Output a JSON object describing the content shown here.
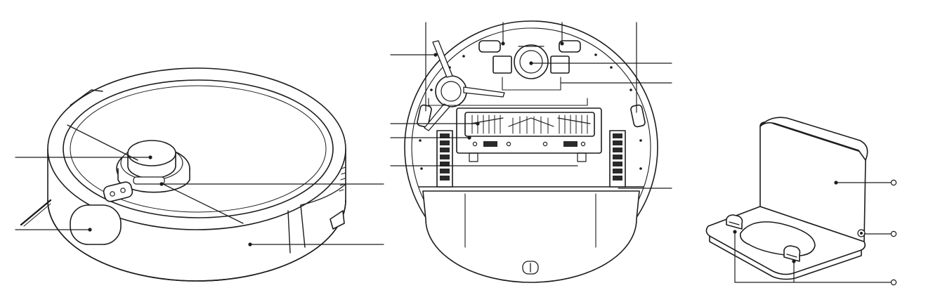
{
  "colors": {
    "line": "#1c1c1c",
    "fill": "#ffffff",
    "shade": "#e9e9e9",
    "dark": "#2a2a2a"
  },
  "figures": {
    "robot_top_view": {
      "icon": "robot-vacuum-top-icon",
      "callout_count": 4
    },
    "robot_bottom_view": {
      "icon": "robot-vacuum-bottom-icon",
      "callout_count": 12
    },
    "charging_dock": {
      "icon": "charging-dock-icon",
      "callout_count": 3
    }
  }
}
